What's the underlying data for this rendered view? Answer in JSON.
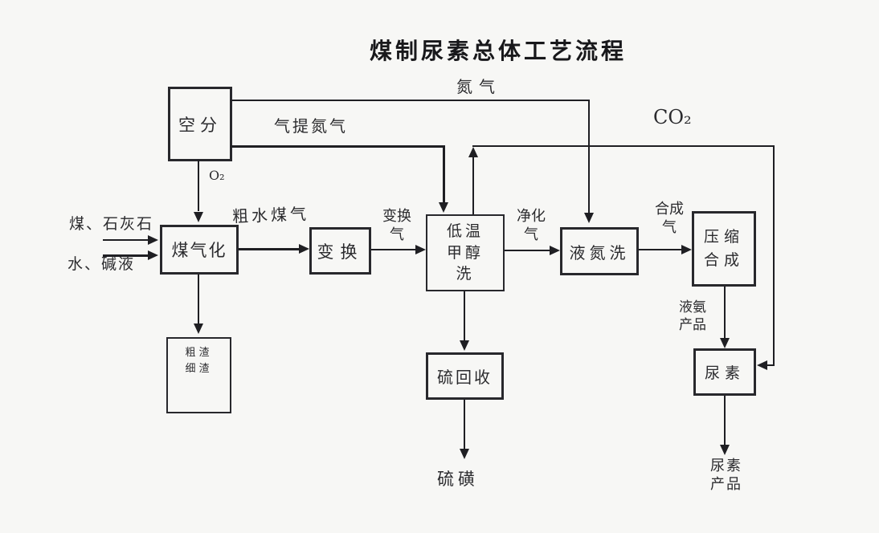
{
  "title": "煤制尿素总体工艺流程",
  "nodes": {
    "air_separation": {
      "label": "空分"
    },
    "coal_gasification": {
      "label": "煤气化"
    },
    "shift": {
      "label": "变换"
    },
    "methanol_wash": {
      "lines": [
        "低温",
        "甲醇",
        "洗"
      ]
    },
    "liquid_nitrogen_wash": {
      "label": "液氮洗"
    },
    "compression_synthesis": {
      "lines": [
        "压缩",
        "合成"
      ]
    },
    "slag": {
      "lines": [
        "粗渣",
        "细渣"
      ]
    },
    "sulfur_recovery": {
      "label": "硫回收"
    },
    "urea": {
      "label": "尿素"
    }
  },
  "streams": {
    "nitrogen": "氮气",
    "stripping_nitrogen": "气提氮气",
    "co2": "CO₂",
    "o2": "O₂",
    "coal_limestone": "煤、石灰石",
    "water_lye": "水、碱液",
    "crude_water_gas": "粗水煤气",
    "shift_gas": [
      "变换",
      "气"
    ],
    "purified_gas": [
      "净化",
      "气"
    ],
    "syngas": [
      "合成",
      "气"
    ],
    "liquid_ammonia_product": [
      "液氨",
      "产品"
    ],
    "sulfur": "硫磺",
    "urea_product": [
      "尿素",
      "产品"
    ]
  },
  "colors": {
    "background": "#f7f7f5",
    "line": "#1f1f23",
    "text": "#2b2b2e"
  }
}
